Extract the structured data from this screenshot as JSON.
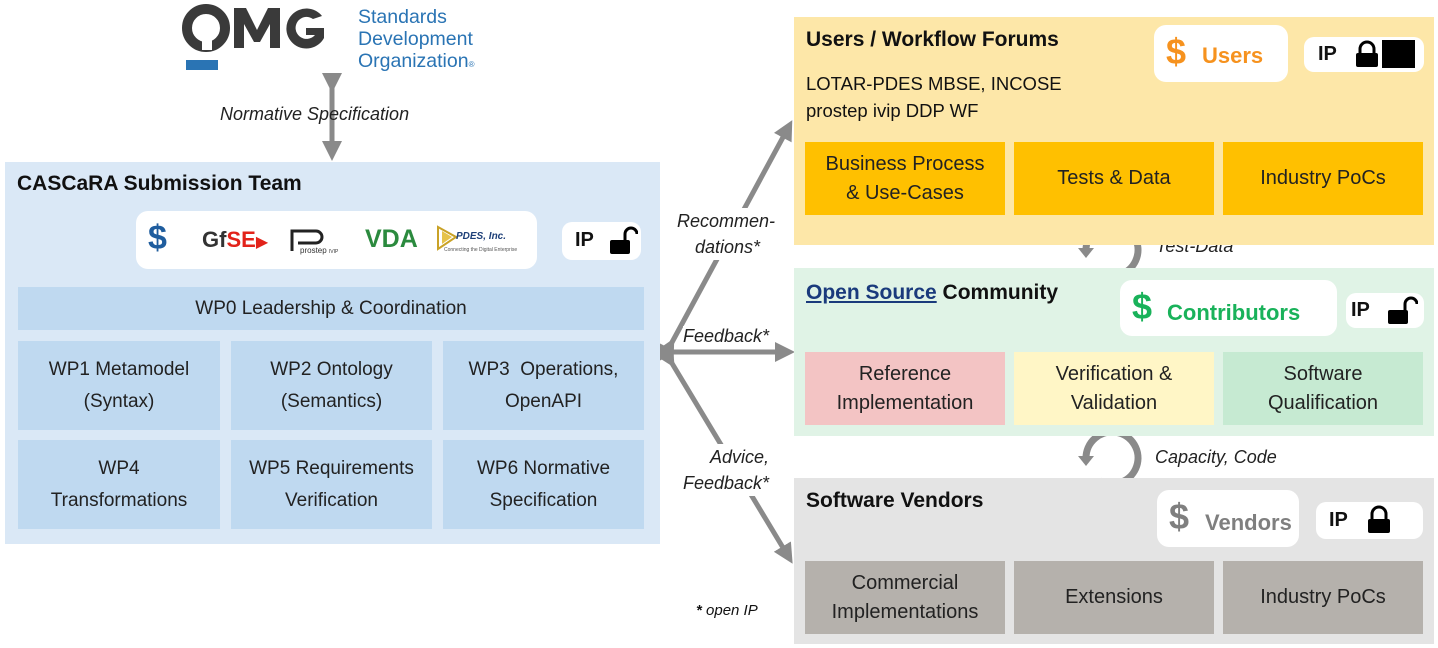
{
  "omg": {
    "logo_text": "OMG",
    "org_lines": [
      "Standards",
      "Development",
      "Organization"
    ],
    "trademark": "®"
  },
  "normative_spec_label": "Normative Specification",
  "left": {
    "title": "CASCaRA Submission Team",
    "logos": {
      "dollar": "$",
      "gfse_prefix": "Gf",
      "gfse_suffix": "SE",
      "prostep": "prostep",
      "prostep_sub": "IVIP",
      "vda": "VDA",
      "pdes": "PDES, Inc.",
      "pdes_sub": "Connecting the Digital Enterprise"
    },
    "ip_label": "IP",
    "wp0": "WP0 Leadership & Coordination",
    "wps": [
      {
        "line1": "WP1 Metamodel",
        "line2": "(Syntax)"
      },
      {
        "line1": "WP2 Ontology",
        "line2": "(Semantics)"
      },
      {
        "line1": "WP3  Operations,",
        "line2": "OpenAPI"
      },
      {
        "line1": "WP4",
        "line2": "Transformations"
      },
      {
        "line1": "WP5 Requirements",
        "line2": "Verification"
      },
      {
        "line1": "WP6 Normative",
        "line2": "Specification"
      }
    ]
  },
  "arrows": {
    "recommendations_1": "Recommen-",
    "recommendations_2": "dations*",
    "feedback": "Feedback*",
    "advice_1": "Advice,",
    "advice_2": "Feedback*",
    "open_ip_star": "*",
    "open_ip": " open IP",
    "test_data": "Test-Data",
    "capacity_code": "Capacity, Code"
  },
  "users": {
    "title": "Users / Workflow Forums",
    "desc_line1": "LOTAR-PDES MBSE, INCOSE",
    "desc_line2": "prostep ivip DDP WF",
    "badge_dollar": "$",
    "badge_label": "Users",
    "ip_label": "IP",
    "cells": [
      {
        "line1": "Business Process",
        "line2": "& Use-Cases"
      },
      {
        "line1": "Tests & Data",
        "line2": ""
      },
      {
        "line1": "Industry PoCs",
        "line2": ""
      }
    ]
  },
  "oss": {
    "title_part1": "Open Source",
    "title_part2": " Community",
    "badge_dollar": "$",
    "badge_label": "Contributors",
    "ip_label": "IP",
    "cells": [
      {
        "line1": "Reference",
        "line2": "Implementation"
      },
      {
        "line1": "Verification &",
        "line2": "Validation"
      },
      {
        "line1": "Software",
        "line2": "Qualification"
      }
    ]
  },
  "vendors": {
    "title": "Software Vendors",
    "badge_dollar": "$",
    "badge_label": "Vendors",
    "ip_label": "IP",
    "cells": [
      {
        "line1": "Commercial",
        "line2": "Implementations"
      },
      {
        "line1": "Extensions",
        "line2": ""
      },
      {
        "line1": "Industry PoCs",
        "line2": ""
      }
    ]
  },
  "colors": {
    "omg_blue": "#2a74b4",
    "left_panel": "#dae8f6",
    "wp_box": "#bfd9f0",
    "users_panel": "#fde7a8",
    "users_cell": "#ffc000",
    "users_accent": "#f6921e",
    "oss_panel": "#e0f3e6",
    "oss_green": "#19b25a",
    "ref_impl": "#f3c4c4",
    "verif": "#fff6c6",
    "qual": "#c6ead2",
    "vendors_panel": "#e4e4e4",
    "vendor_cell": "#b5b1ac",
    "vendor_gray": "#7f7f7f",
    "arrow_gray": "#8a8a8a"
  }
}
